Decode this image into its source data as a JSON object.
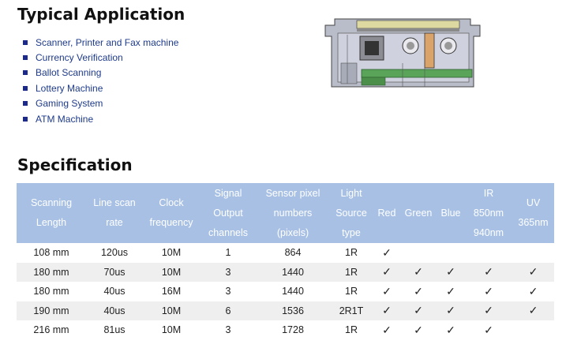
{
  "typical_title": "Typical Application",
  "applications": [
    "Scanner, Printer and Fax machine",
    "Currency Verification",
    "Ballot Scanning",
    "Lottery Machine",
    "Gaming System",
    "ATM Machine"
  ],
  "spec_title": "Specification",
  "table": {
    "headers": [
      [
        "Scanning",
        "Length"
      ],
      [
        "Line scan",
        "rate"
      ],
      [
        "Clock",
        "frequency"
      ],
      [
        "Signal",
        "Output",
        "channels"
      ],
      [
        "Sensor pixel",
        "numbers",
        "(pixels)"
      ],
      [
        "Light",
        "Source",
        "type"
      ],
      [
        "Red"
      ],
      [
        "Green"
      ],
      [
        "Blue"
      ],
      [
        "IR",
        "850nm",
        "940nm"
      ],
      [
        "UV",
        "365nm"
      ]
    ],
    "rows": [
      [
        "108 mm",
        "120us",
        "10M",
        "1",
        "864",
        "1R",
        "✓",
        "",
        "",
        "",
        ""
      ],
      [
        "180 mm",
        "70us",
        "10M",
        "3",
        "1440",
        "1R",
        "✓",
        "✓",
        "✓",
        "✓",
        "✓"
      ],
      [
        "180 mm",
        "40us",
        "16M",
        "3",
        "1440",
        "1R",
        "✓",
        "✓",
        "✓",
        "✓",
        "✓"
      ],
      [
        "190 mm",
        "40us",
        "10M",
        "6",
        "1536",
        "2R1T",
        "✓",
        "✓",
        "✓",
        "✓",
        "✓"
      ],
      [
        "216 mm",
        "81us",
        "10M",
        "3",
        "1728",
        "1R",
        "✓",
        "✓",
        "✓",
        "✓",
        ""
      ]
    ]
  },
  "colors": {
    "header_bg": "#a7c0e4",
    "bullet": "#1b2a8c",
    "link_text": "#1e3a8a"
  }
}
